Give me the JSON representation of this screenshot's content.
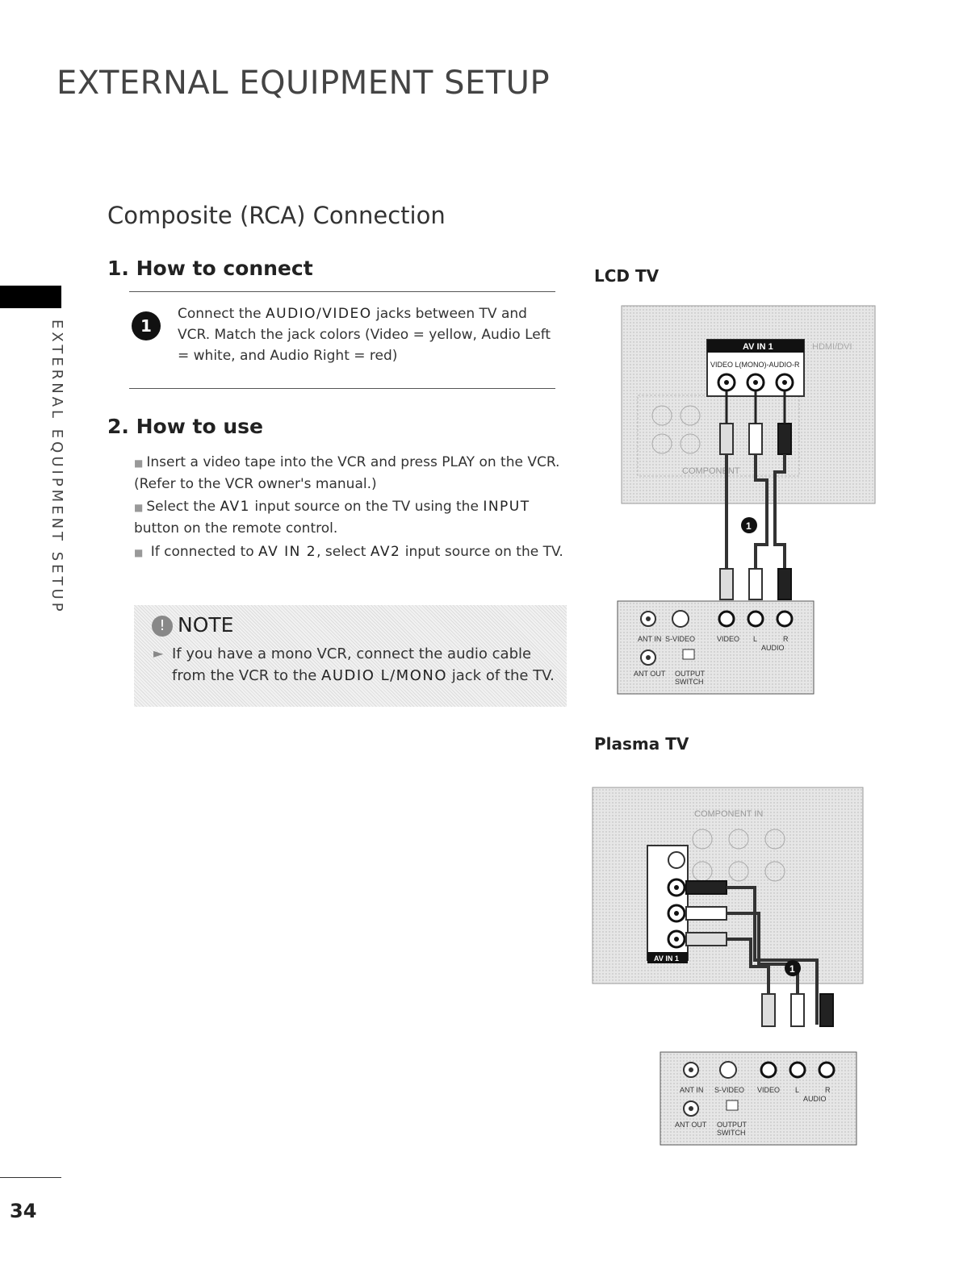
{
  "header": {
    "title": "EXTERNAL EQUIPMENT SETUP"
  },
  "section": {
    "title": "Composite (RCA) Connection"
  },
  "side_tab": {
    "label": "EXTERNAL EQUIPMENT SETUP"
  },
  "how_to_connect": {
    "heading": "1. How to connect",
    "step_number": "1",
    "text_1": "Connect the ",
    "emph": "AUDIO/VIDEO",
    "text_2": " jacks between TV and VCR. Match the jack colors (Video = yellow, Audio Left = white, and Audio Right = red)"
  },
  "how_to_use": {
    "heading": "2. How to use",
    "items": [
      {
        "text_1": "Insert a video tape into the VCR and press PLAY on the VCR. (Refer to the VCR owner's manual.)"
      },
      {
        "text_1": "Select the ",
        "emph_1": "AV1",
        "text_2": " input source on the TV using the ",
        "emph_2": "INPUT",
        "text_3": " button on the remote control."
      },
      {
        "text_1": " If connected to ",
        "emph_1": "AV IN 2",
        "text_2": ", select ",
        "emph_2": "AV2",
        "text_3": " input source on the TV."
      }
    ]
  },
  "note": {
    "heading": "NOTE",
    "text_1": "If you have a mono VCR, connect the audio cable from the VCR to the ",
    "emph": "AUDIO L/MONO",
    "text_2": " jack of the TV."
  },
  "lcd": {
    "label": "LCD TV",
    "av_in": "AV IN 1",
    "av_labels": "VIDEO L(MONO)-AUDIO-R",
    "hdmi": "HDMI/DVI",
    "component": "COMPONENT",
    "step": "1",
    "vcr": {
      "ant_in": "ANT IN",
      "s_video": "S-VIDEO",
      "video": "VIDEO",
      "audio": "AUDIO",
      "ant_out": "ANT OUT",
      "output": "OUTPUT",
      "switch": "SWITCH",
      "l": "L",
      "r": "R"
    }
  },
  "plasma": {
    "label": "Plasma TV",
    "component": "COMPONENT IN",
    "av_in": "AV IN 1",
    "step": "1",
    "vcr": {
      "ant_in": "ANT IN",
      "s_video": "S-VIDEO",
      "video": "VIDEO",
      "audio": "AUDIO",
      "ant_out": "ANT OUT",
      "output": "OUTPUT",
      "switch": "SWITCH",
      "l": "L",
      "r": "R"
    }
  },
  "footer": {
    "page_number": "34"
  }
}
